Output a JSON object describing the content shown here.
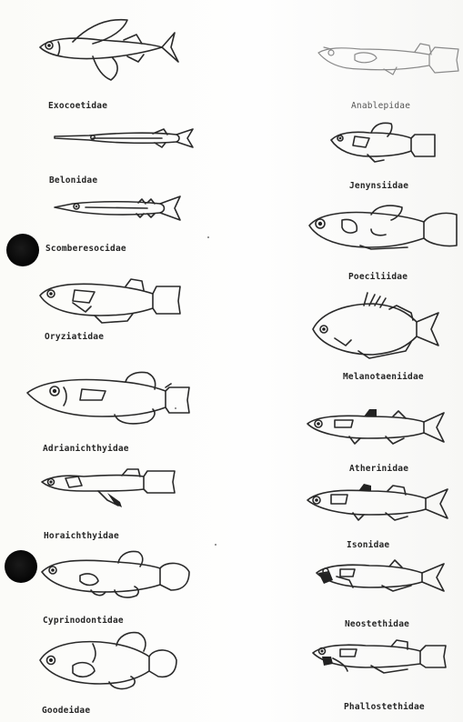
{
  "families": {
    "exocoetidae": "Exocoetidae",
    "belonidae": "Belonidae",
    "scomberesocidae": "Scomberesocidae",
    "oryziatidae": "Oryziatidae",
    "adrianichthyidae": "Adrianichthyidae",
    "horaichthyidae": "Horaichthyidae",
    "cyprinodontidae": "Cyprinodontidae",
    "goodeidae": "Goodeidae",
    "anablepidae": "Anablepidae",
    "jenynsiidae": "Jenynsiidae",
    "poeciliidae": "Poeciliidae",
    "melanotaeniidae": "Melanotaeniidae",
    "atherinidae": "Atherinidae",
    "isonidae": "Isonidae",
    "neostethidae": "Neostethidae",
    "phallostethidae": "Phallostethidae"
  },
  "icons": {
    "fish": "fish-outline-icon",
    "punch_hole": "punch-hole-icon"
  },
  "colors": {
    "ink": "#2a2a2a",
    "paper": "#fdfdfb",
    "hole": "#000000"
  }
}
